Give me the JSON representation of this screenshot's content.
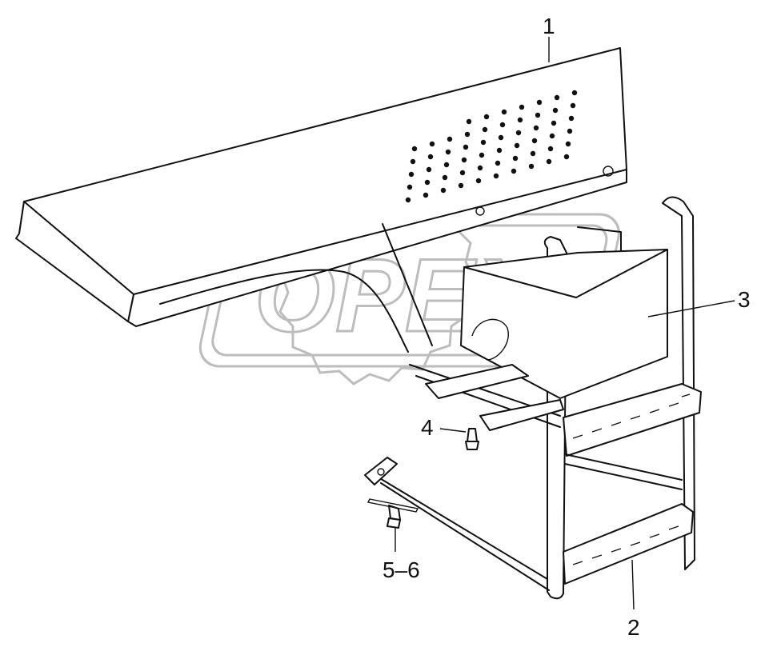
{
  "watermark": {
    "text": "OPEX"
  },
  "callouts": [
    {
      "id": "1",
      "text": "1"
    },
    {
      "id": "2",
      "text": "2"
    },
    {
      "id": "3",
      "text": "3"
    },
    {
      "id": "4",
      "text": "4"
    },
    {
      "id": "5-6",
      "text": "5–6"
    }
  ],
  "colors": {
    "line": "#111111",
    "watermark": "#bdbdbd",
    "background": "#ffffff"
  }
}
